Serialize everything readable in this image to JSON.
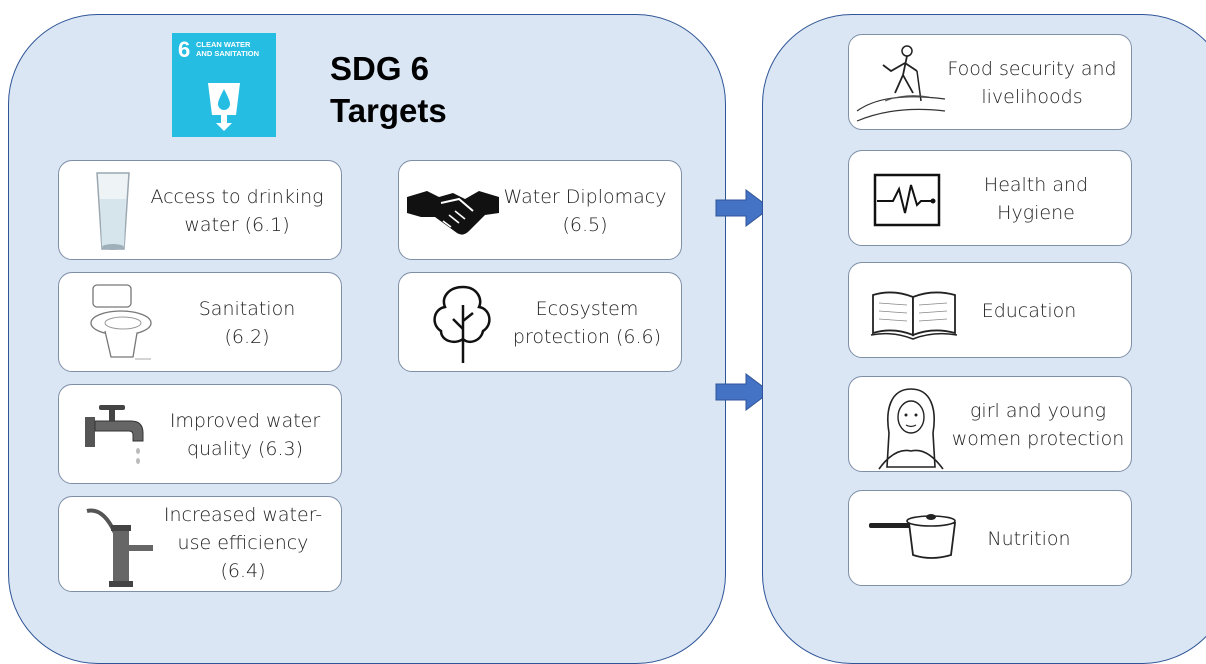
{
  "logo": {
    "number": "6",
    "text_line1": "CLEAN WATER",
    "text_line2": "AND SANITATION",
    "color": "#26bde2"
  },
  "title": "SDG 6\nTargets",
  "targets": [
    {
      "label": "Access to drinking\nwater (6.1)",
      "icon": "drinking-glass-icon"
    },
    {
      "label": "Sanitation\n(6.2)",
      "icon": "toilet-icon"
    },
    {
      "label": "Improved water\nquality (6.3)",
      "icon": "water-tap-icon"
    },
    {
      "label": "Increased water-\nuse efficiency\n(6.4)",
      "icon": "hand-pump-icon"
    },
    {
      "label": "Water Diplomacy\n(6.5)",
      "icon": "handshake-icon"
    },
    {
      "label": "Ecosystem\nprotection (6.6)",
      "icon": "tree-icon"
    }
  ],
  "outcomes": [
    {
      "label": "Food security and\nlivelihoods",
      "icon": "farmer-icon"
    },
    {
      "label": "Health and\nHygiene",
      "icon": "heartbeat-monitor-icon"
    },
    {
      "label": "Education",
      "icon": "open-book-icon"
    },
    {
      "label": "girl and young\nwomen protection",
      "icon": "woman-icon"
    },
    {
      "label": "Nutrition",
      "icon": "cooking-pot-icon"
    }
  ],
  "colors": {
    "panel_fill": "#dae6f4",
    "panel_border": "#2f5597",
    "arrow": "#4472c4"
  }
}
